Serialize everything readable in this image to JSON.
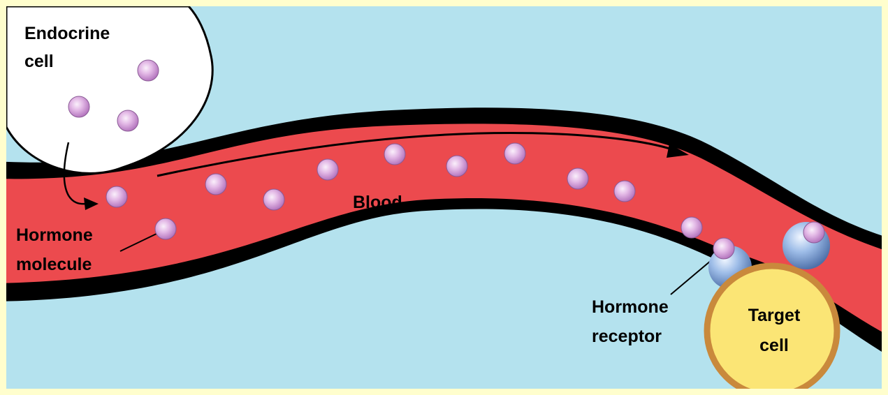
{
  "labels": {
    "endocrine_cell_line1": "Endocrine",
    "endocrine_cell_line2": "cell",
    "blood": "Blood",
    "hormone_molecule_line1": "Hormone",
    "hormone_molecule_line2": "molecule",
    "hormone_receptor_line1": "Hormone",
    "hormone_receptor_line2": "receptor",
    "target_cell_line1": "Target",
    "target_cell_line2": "cell"
  },
  "colors": {
    "page_border": "#fffecd",
    "tissue": "#b4e2ee",
    "vessel_wall": "#000000",
    "blood": "#ec4a4e",
    "endocrine_cell": "#ffffff",
    "hormone": "#d6a4dc",
    "receptor": "#8cb2e8",
    "target_cell_fill": "#fbe575",
    "target_cell_border": "#c9893c"
  }
}
